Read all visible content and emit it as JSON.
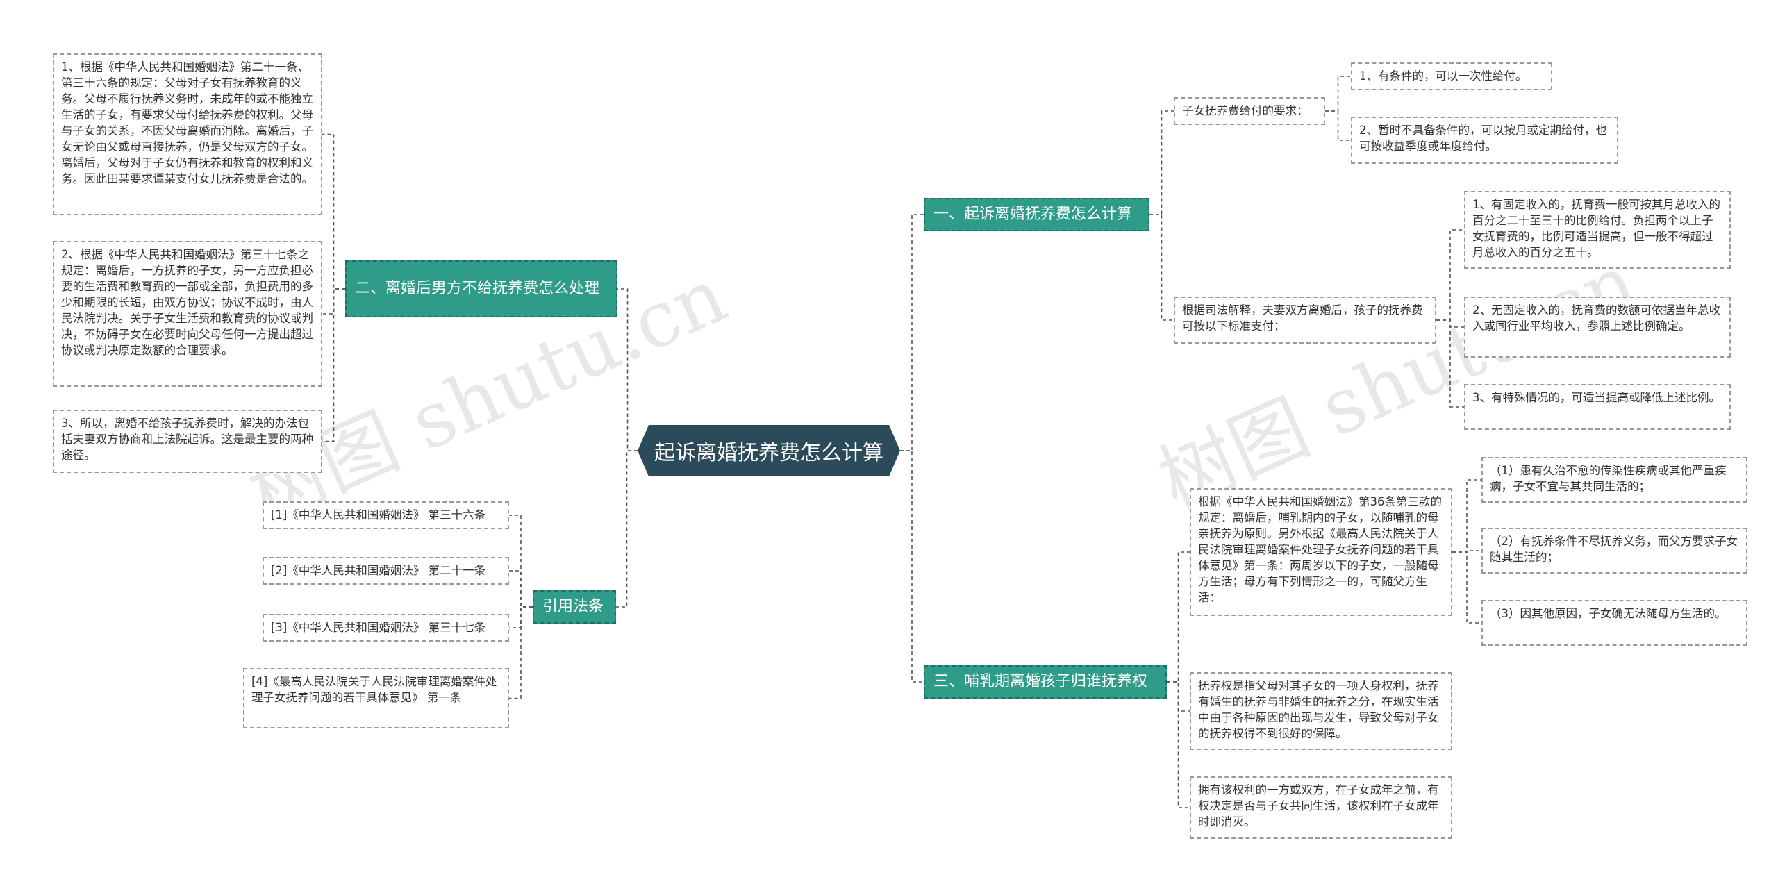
{
  "root": {
    "label": "起诉离婚抚养费怎么计算"
  },
  "watermark": "树图 shutu.cn",
  "left": {
    "branch_2": {
      "label": "二、离婚后男方不给抚养费怎么处理",
      "items": [
        "1、根据《中华人民共和国婚姻法》第二十一条、第三十六条的规定：父母对子女有抚养教育的义务。父母不履行抚养义务时，未成年的或不能独立生活的子女，有要求父母付给抚养费的权利。父母与子女的关系，不因父母离婚而消除。离婚后，子女无论由父或母直接抚养，仍是父母双方的子女。离婚后，父母对于子女仍有抚养和教育的权利和义务。因此田某要求谭某支付女儿抚养费是合法的。",
        "2、根据《中华人民共和国婚姻法》第三十七条之规定：离婚后，一方抚养的子女，另一方应负担必要的生活费和教育费的一部或全部，负担费用的多少和期限的长短，由双方协议；协议不成时，由人民法院判决。关于子女生活费和教育费的协议或判决，不妨碍子女在必要时向父母任何一方提出超过协议或判决原定数额的合理要求。",
        "3、所以，离婚不给孩子抚养费时，解决的办法包括夫妻双方协商和上法院起诉。这是最主要的两种途径。"
      ]
    },
    "citations": {
      "label": "引用法条",
      "items": [
        "[1]《中华人民共和国婚姻法》 第三十六条",
        "[2]《中华人民共和国婚姻法》 第二十一条",
        "[3]《中华人民共和国婚姻法》 第三十七条",
        "[4]《最高人民法院关于人民法院审理离婚案件处理子女抚养问题的若干具体意见》 第一条"
      ]
    }
  },
  "right": {
    "branch_1": {
      "label": "一、起诉离婚抚养费怎么计算",
      "payment": {
        "label": "子女抚养费给付的要求：",
        "items": [
          "1、有条件的，可以一次性给付。",
          "2、暂时不具备条件的，可以按月或定期给付，也可按收益季度或年度给付。"
        ]
      },
      "standard": {
        "label": "根据司法解释，夫妻双方离婚后，孩子的抚养费可按以下标准支付：",
        "items": [
          "1、有固定收入的，抚育费一般可按其月总收入的百分之二十至三十的比例给付。负担两个以上子女抚育费的，比例可适当提高，但一般不得超过月总收入的百分之五十。",
          "2、无固定收入的，抚育费的数额可依据当年总收入或同行业平均收入，参照上述比例确定。",
          "3、有特殊情况的，可适当提高或降低上述比例。"
        ]
      }
    },
    "branch_3": {
      "label": "三、哺乳期离婚孩子归谁抚养权",
      "rule": {
        "label": "根据《中华人民共和国婚姻法》第36条第三款的规定：离婚后，哺乳期内的子女，以随哺乳的母亲抚养为原则。另外根据《最高人民法院关于人民法院审理离婚案件处理子女抚养问题的若干具体意见》第一条：两周岁以下的子女，一般随母方生活；母方有下列情形之一的，可随父方生活：",
        "items": [
          "（1）患有久治不愈的传染性疾病或其他严重疾病，子女不宜与其共同生活的；",
          "（2）有抚养条件不尽抚养义务，而父方要求子女随其生活的；",
          "（3）因其他原因，子女确无法随母方生活的。"
        ]
      },
      "notes": [
        "抚养权是指父母对其子女的一项人身权利，抚养有婚生的抚养与非婚生的抚养之分，在现实生活中由于各种原因的出现与发生，导致父母对子女的抚养权得不到很好的保障。",
        "拥有该权利的一方或双方，在子女成年之前，有权决定是否与子女共同生活，该权利在子女成年时即消灭。"
      ]
    }
  },
  "colors": {
    "root": "#2b4a5a",
    "branch": "#2f9c8a",
    "branch_border": "#1e6e62",
    "leaf_border": "#999999",
    "connector": "#555555"
  }
}
